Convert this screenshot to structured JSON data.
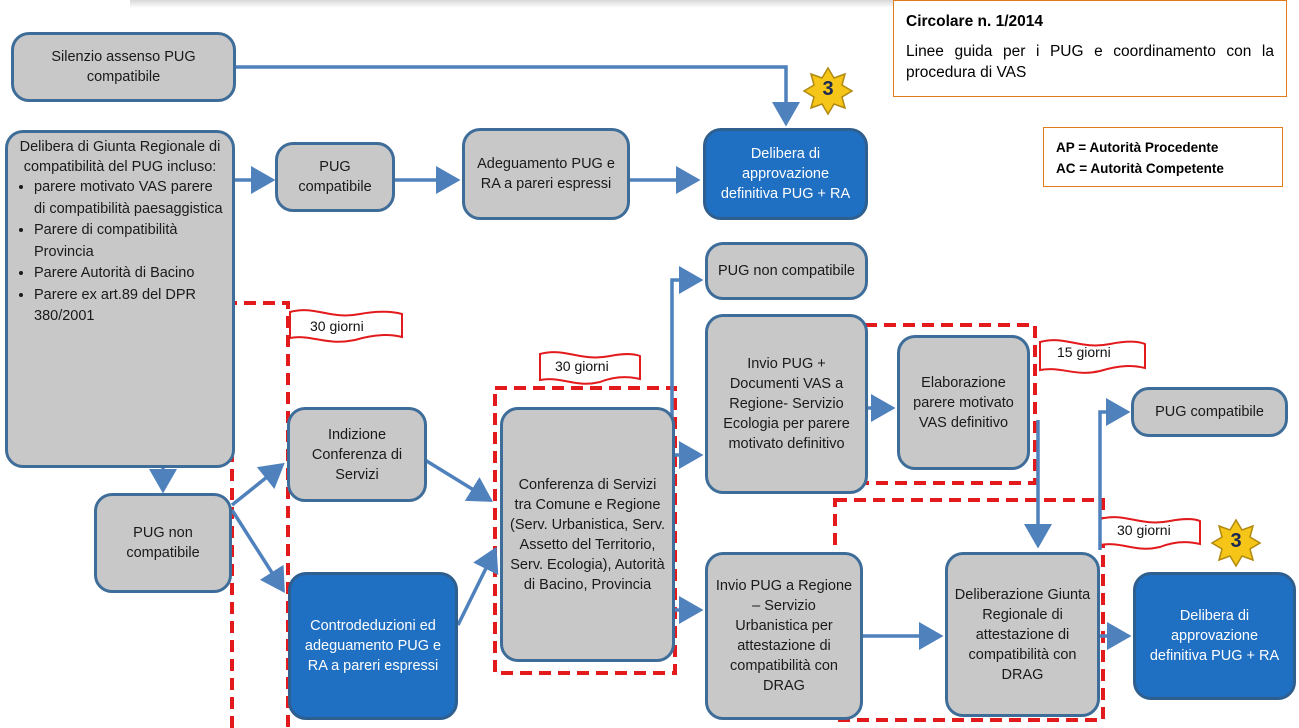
{
  "header": {
    "circolare_title": "Circolare n. 1/2014",
    "circolare_subtitle": "Linee guida per i PUG e coordinamento con la procedura di VAS"
  },
  "legend": {
    "ap": "AP = Autorità Procedente",
    "ac": "AC = Autorità Competente"
  },
  "boxes": {
    "silenzio": "Silenzio assenso PUG compatibile",
    "delibera_giunta_head": "Delibera di Giunta Regionale di compatibilità del PUG incluso:",
    "delibera_giunta_items": [
      "parere motivato VAS parere di compatibilità paesaggistica",
      "Parere di compatibilità Provincia",
      "Parere Autorità di Bacino",
      "Parere ex art.89 del DPR 380/2001"
    ],
    "pug_compatibile_1": "PUG compatibile",
    "adeguamento": "Adeguamento PUG e RA a pareri espressi",
    "delibera_approvazione_1": "Delibera di approvazione definitiva PUG + RA",
    "pug_non_compatibile_1": "PUG non compatibile",
    "indizione": "Indizione Conferenza di Servizi",
    "controdeduzioni": "Controdeduzioni ed adeguamento PUG e RA a pareri espressi",
    "conferenza": "Conferenza di Servizi tra Comune e Regione (Serv. Urbanistica, Serv. Assetto del Territorio, Serv. Ecologia), Autorità di Bacino, Provincia",
    "pug_non_compatibile_2": "PUG non compatibile",
    "invio_vas": "Invio PUG + Documenti VAS a Regione- Servizio Ecologia per parere motivato definitivo",
    "invio_urb": "Invio PUG a Regione – Servizio Urbanistica per attestazione di compatibilità con DRAG",
    "elaborazione": "Elaborazione parere motivato VAS definitivo",
    "pug_compatibile_2": "PUG compatibile",
    "deliberazione": "Deliberazione Giunta Regionale di attestazione di compatibilità con DRAG",
    "delibera_approvazione_2": "Delibera di approvazione definitiva PUG + RA"
  },
  "flags": {
    "f1": "30 giorni",
    "f2": "30 giorni",
    "f3": "15 giorni",
    "f4": "30 giorni"
  },
  "stars": {
    "s1": "3",
    "s2": "3"
  },
  "colors": {
    "box_grey": "#c8c8c8",
    "box_blue": "#1f6fc3",
    "border": "#3f6d9a",
    "arrow": "#4f81bd",
    "dash_red": "#e31a1c",
    "star_yellow": "#f5c518",
    "legend_border": "#e07b1a"
  }
}
